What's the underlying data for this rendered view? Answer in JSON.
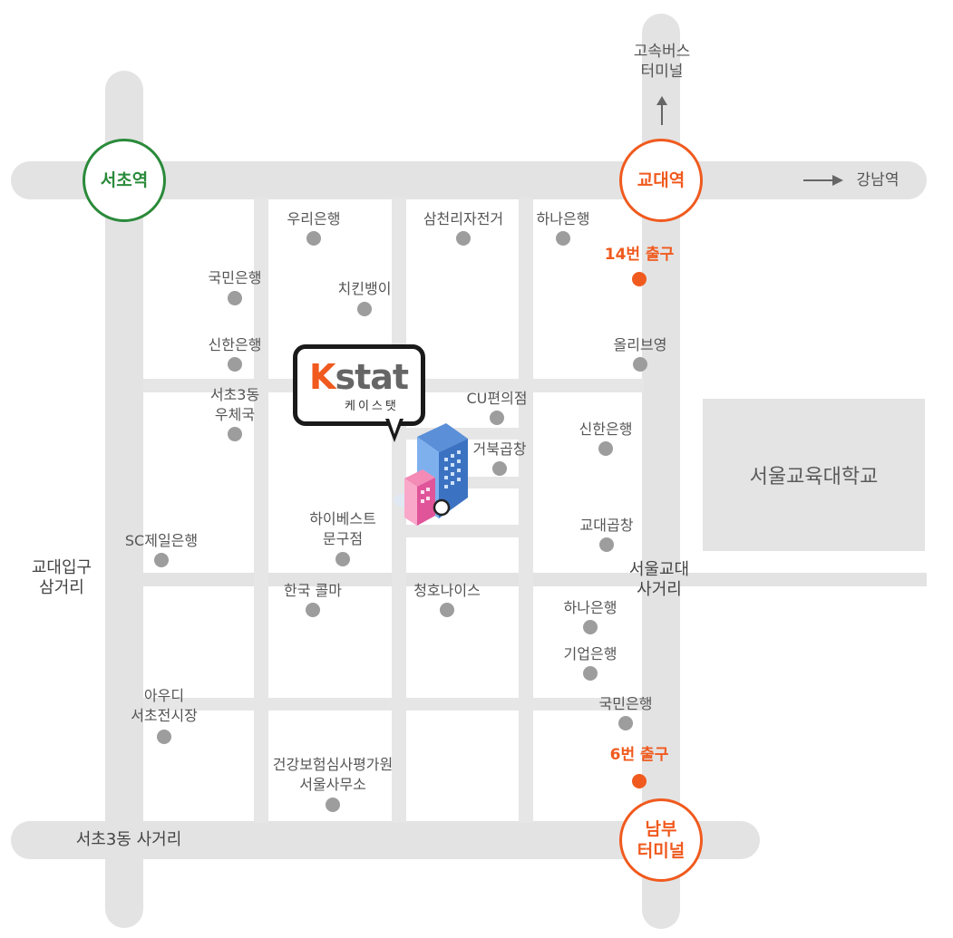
{
  "stations": {
    "seocho": {
      "label": "서초역",
      "color": "#2a8a3a"
    },
    "gyodae": {
      "label": "교대역",
      "color": "#f05a1e"
    },
    "nambu": {
      "label": "남부\n터미널",
      "color": "#f05a1e"
    }
  },
  "directions": {
    "express_terminal": "고속버스\n터미널",
    "gangnam": "강남역"
  },
  "intersections": {
    "gyodae_ipgu": "교대입구\n삼거리",
    "seoul_edu": "서울교대\n사거리",
    "seocho3_crossroad": "서초3동 사거리"
  },
  "exits": {
    "exit14": "14번 출구",
    "exit6": "6번 출구"
  },
  "campus": "서울교육대학교",
  "logo": {
    "k": "K",
    "text": "stat",
    "sub": "케이스탯"
  },
  "landmarks": [
    {
      "id": "woori",
      "label": "우리은행"
    },
    {
      "id": "samchully",
      "label": "삼천리자전거"
    },
    {
      "id": "hana1",
      "label": "하나은행"
    },
    {
      "id": "kookmin1",
      "label": "국민은행"
    },
    {
      "id": "chicken",
      "label": "치킨뱅이"
    },
    {
      "id": "shinhan1",
      "label": "신한은행"
    },
    {
      "id": "oliveyoung",
      "label": "올리브영"
    },
    {
      "id": "postoffice",
      "label": "서초3동\n우체국"
    },
    {
      "id": "cu",
      "label": "CU편의점"
    },
    {
      "id": "shinhan2",
      "label": "신한은행"
    },
    {
      "id": "turtle",
      "label": "거북곱창"
    },
    {
      "id": "hibest",
      "label": "하이베스트\n문구점"
    },
    {
      "id": "gyodaegop",
      "label": "교대곱창"
    },
    {
      "id": "sc",
      "label": "SC제일은행"
    },
    {
      "id": "kolmar",
      "label": "한국 콜마"
    },
    {
      "id": "chungho",
      "label": "청호나이스"
    },
    {
      "id": "hana2",
      "label": "하나은행"
    },
    {
      "id": "ibk",
      "label": "기업은행"
    },
    {
      "id": "audi",
      "label": "아우디\n서초전시장"
    },
    {
      "id": "kookmin2",
      "label": "국민은행"
    },
    {
      "id": "hira",
      "label": "건강보험심사평가원\n서울사무소"
    }
  ]
}
